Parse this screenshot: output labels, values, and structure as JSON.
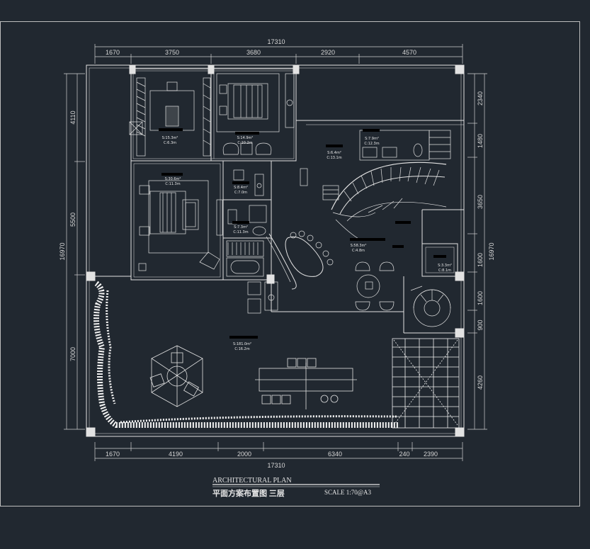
{
  "colors": {
    "background": "#212830",
    "lines": "#e2e2e2",
    "frame": "#bdbdbd",
    "hatch": "#f2f2f2"
  },
  "dimensions": {
    "top_total": "17310",
    "top": [
      "1670",
      "3750",
      "3680",
      "2920",
      "4570"
    ],
    "bottom_total": "17310",
    "bottom": [
      "1670",
      "4190",
      "2000",
      "6340",
      "240",
      "2390"
    ],
    "left_total": "16970",
    "left": [
      "4110",
      "5500",
      "7000"
    ],
    "right_total": "16970",
    "right": [
      "2340",
      "1480",
      "3650",
      "1600",
      "1600",
      "900",
      "4260"
    ]
  },
  "rooms": [
    {
      "name": "",
      "area": "S:15.3m²",
      "height": "C:6.3m"
    },
    {
      "name": "",
      "area": "S:14.9m²",
      "height": "C:10.2m"
    },
    {
      "name": "",
      "area": "S:30.6m²",
      "height": "C:11.3m"
    },
    {
      "name": "",
      "area": "S:8.4m²",
      "height": "C:7.0m"
    },
    {
      "name": "",
      "area": "S:7.3m²",
      "height": "C:11.3m"
    },
    {
      "name": "",
      "area": "S:6.4m²",
      "height": "C:13.1m"
    },
    {
      "name": "",
      "area": "S:7.9m²",
      "height": "C:12.3m"
    },
    {
      "name": "",
      "area": "S:58.3m²",
      "height": "C:4.8m"
    },
    {
      "name": "",
      "area": "S:3.3m²",
      "height": "C:8.1m"
    },
    {
      "name": "",
      "area": "S:181.0m²",
      "height": "C:16.2m"
    }
  ],
  "title_block": {
    "en_title": "ARCHITECTURAL PLAN",
    "cn_title": "平面方案布置图 三层",
    "scale": "SCALE  1:70@A3"
  }
}
